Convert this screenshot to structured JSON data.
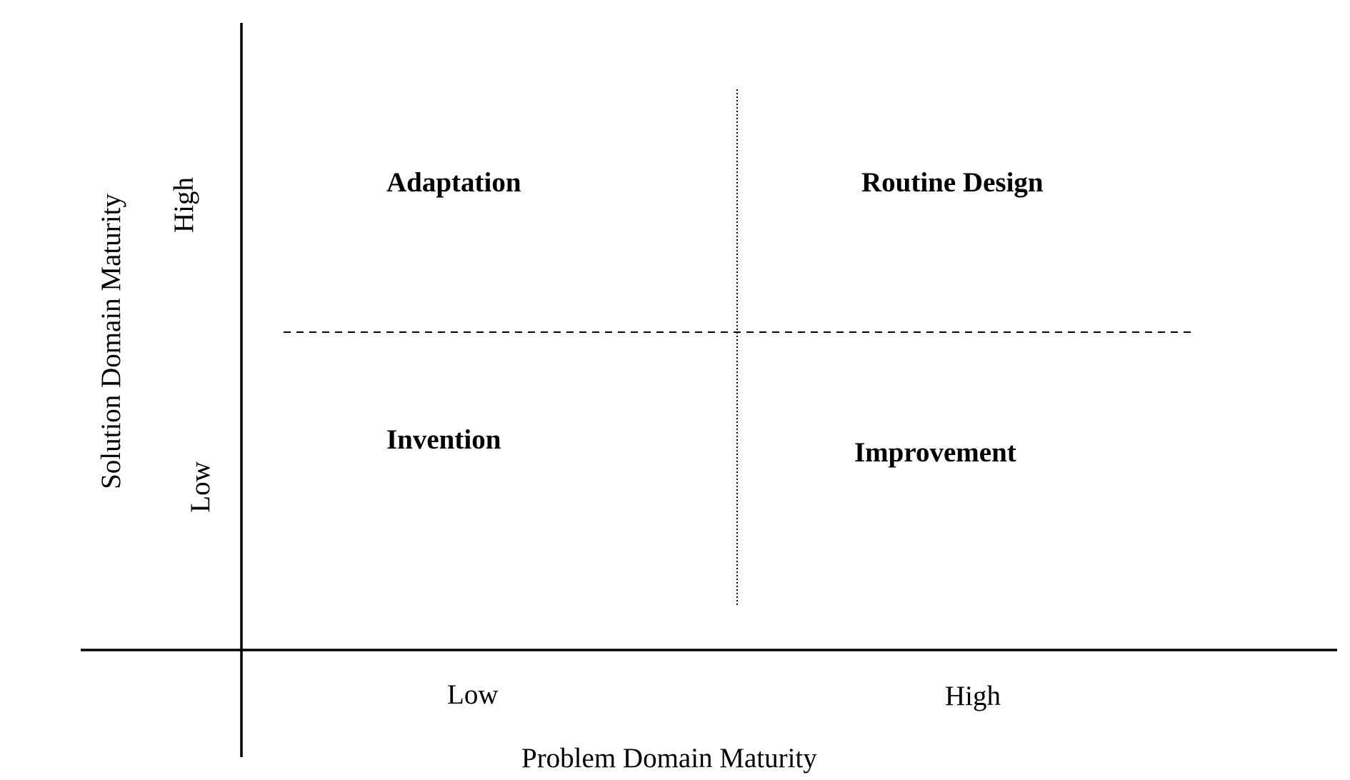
{
  "diagram": {
    "quadrants": {
      "top_left": "Adaptation",
      "top_right": "Routine Design",
      "bottom_left": "Invention",
      "bottom_right": "Improvement"
    },
    "x_axis": {
      "title": "Problem Domain Maturity",
      "low_label": "Low",
      "high_label": "High"
    },
    "y_axis": {
      "title": "Solution Domain Maturity",
      "low_label": "Low",
      "high_label": "High"
    }
  }
}
